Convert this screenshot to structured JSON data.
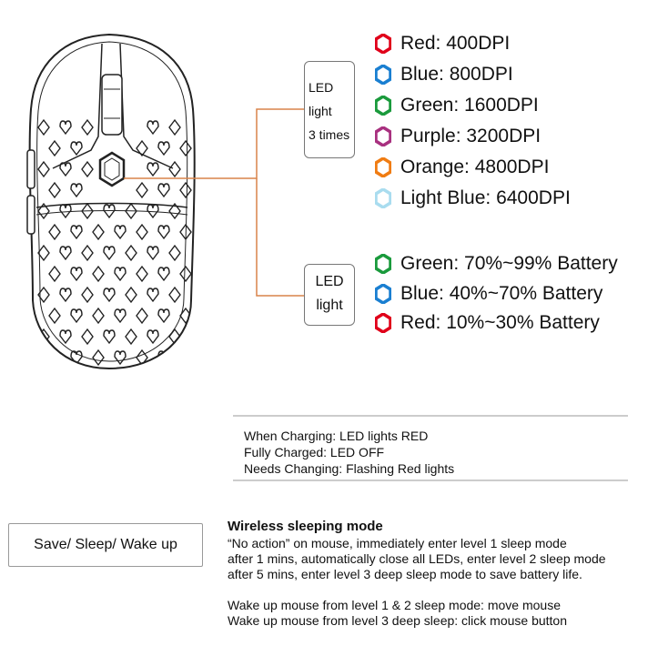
{
  "dpi_indicator": {
    "led_box_lines": [
      "LED",
      "light",
      "3 times"
    ],
    "items": [
      {
        "label": "Red: 400DPI",
        "color": "#e0001a",
        "icon": "hexagon-icon"
      },
      {
        "label": "Blue: 800DPI",
        "color": "#1a7fd1",
        "icon": "hexagon-icon"
      },
      {
        "label": "Green: 1600DPI",
        "color": "#1a9a3c",
        "icon": "hexagon-icon"
      },
      {
        "label": "Purple: 3200DPI",
        "color": "#a8307f",
        "icon": "hexagon-icon"
      },
      {
        "label": "Orange: 4800DPI",
        "color": "#f07c12",
        "icon": "hexagon-icon"
      },
      {
        "label": "Light Blue: 6400DPI",
        "color": "#a9dcef",
        "icon": "hexagon-icon"
      }
    ]
  },
  "battery_indicator": {
    "led_box_lines": [
      "LED",
      "light"
    ],
    "items": [
      {
        "label": "Green: 70%~99% Battery",
        "color": "#1a9a3c",
        "icon": "hexagon-icon"
      },
      {
        "label": "Blue: 40%~70% Battery",
        "color": "#1a7fd1",
        "icon": "hexagon-icon"
      },
      {
        "label": "Red: 10%~30% Battery",
        "color": "#e0001a",
        "icon": "hexagon-icon"
      }
    ]
  },
  "charging": {
    "lines": [
      "When Charging: LED lights RED",
      "Fully Charged: LED OFF",
      "Needs Changing: Flashing Red lights"
    ]
  },
  "sleep_mode": {
    "button_label": "Save/ Sleep/ Wake up",
    "title": "Wireless sleeping mode",
    "lines": [
      "“No action” on mouse, immediately enter level 1 sleep mode",
      "after 1 mins, automatically close all LEDs, enter level 2 sleep mode",
      "after 5 mins, enter level 3 deep sleep mode to save battery life.",
      "",
      "Wake up mouse from level 1 & 2 sleep mode: move mouse",
      "Wake up mouse from level 3 deep sleep: click mouse button"
    ]
  },
  "colors": {
    "connector": "#d9844a",
    "outline": "#222222"
  }
}
